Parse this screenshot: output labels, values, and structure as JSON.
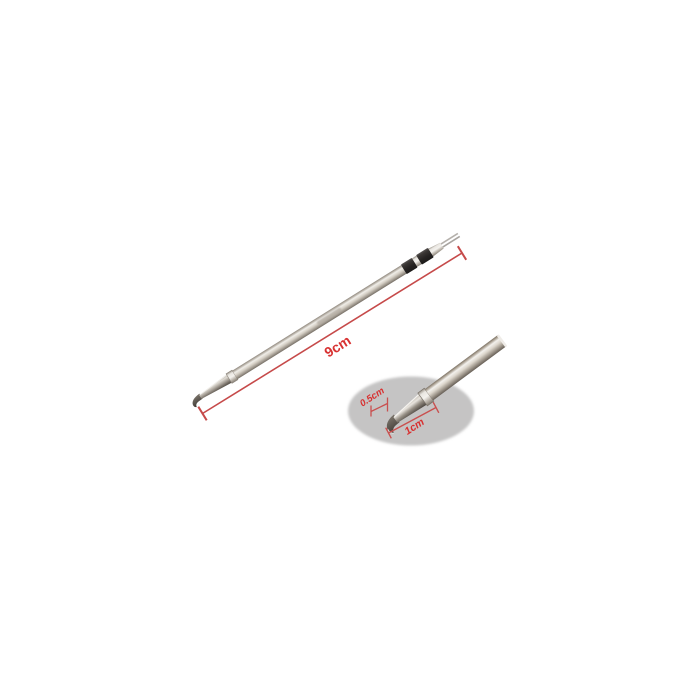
{
  "image": {
    "description": "Product photo of a bent-tip soldering iron tip cartridge shown diagonally on white, with red dimension annotations and a magnified gray oval inset of the curved tip",
    "background_color": "#ffffff",
    "annotation_color": "#d23434",
    "main": {
      "object": "soldering-iron-tip-cartridge",
      "labels": {
        "overall_length": "9cm"
      }
    },
    "inset": {
      "object": "magnified-bent-tip-view",
      "background_color": "#c5c4c4",
      "labels": {
        "bend_length": "0.5cm",
        "tip_length": "1cm"
      }
    }
  }
}
